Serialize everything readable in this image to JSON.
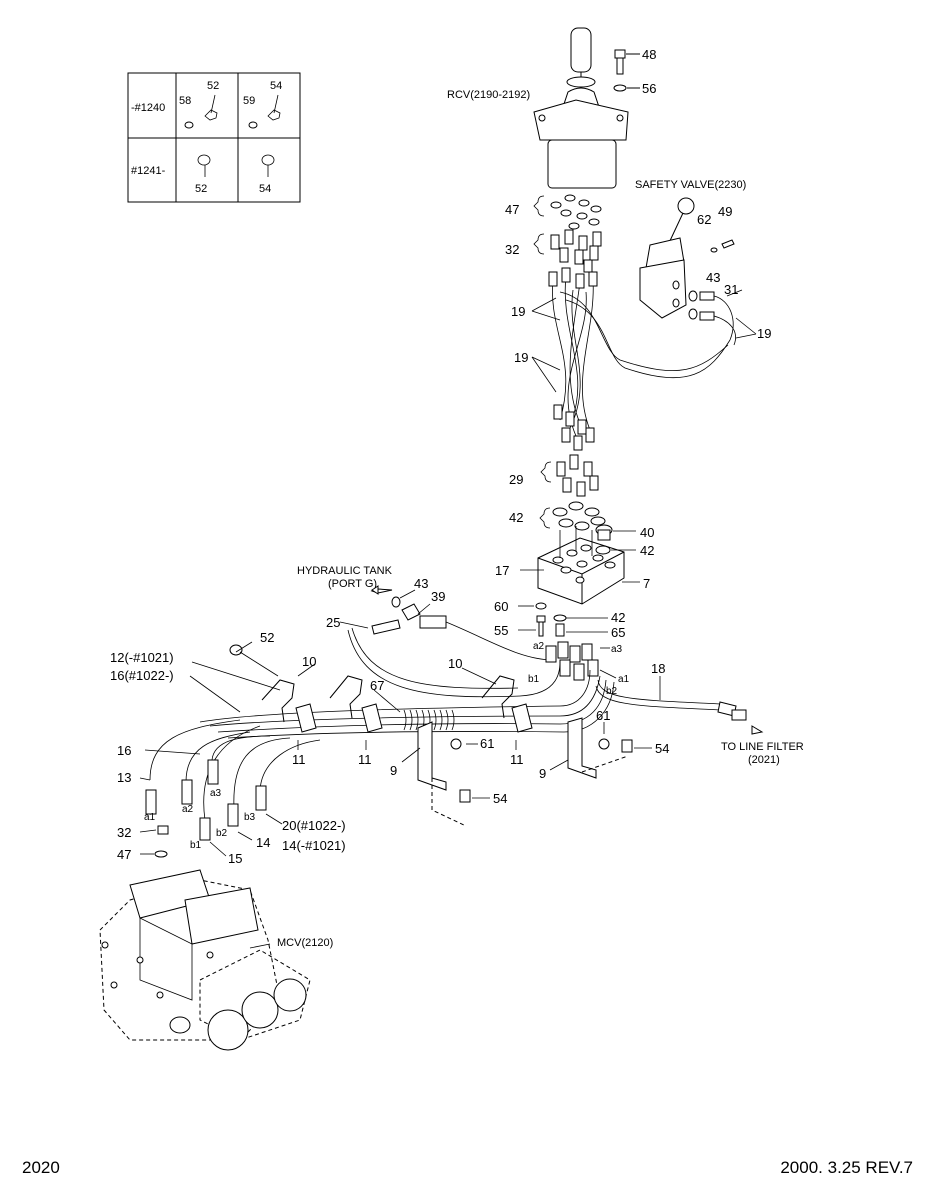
{
  "footer": {
    "page_number": "2020",
    "date_rev": "2000. 3.25  REV.7"
  },
  "inset_table": {
    "rows": [
      "-#1240",
      "#1241-"
    ],
    "cells": [
      "58",
      "52",
      "59",
      "54",
      "52",
      "54"
    ]
  },
  "captions": {
    "rcv": "RCV(2190-2192)",
    "safety_valve": "SAFETY VALVE(2230)",
    "hydraulic_tank_1": "HYDRAULIC TANK",
    "hydraulic_tank_2": "(PORT G)",
    "line_filter_1": "TO LINE FILTER",
    "line_filter_2": "(2021)",
    "mcv": "MCV(2120)"
  },
  "callouts": {
    "c48": "48",
    "c56": "56",
    "c47a": "47",
    "c32a": "32",
    "c62": "62",
    "c49": "49",
    "c43a": "43",
    "c31": "31",
    "c19a": "19",
    "c19b": "19",
    "c19c": "19",
    "c29": "29",
    "c42a": "42",
    "c40": "40",
    "c42b": "42",
    "c17": "17",
    "c7": "7",
    "c43b": "43",
    "c39": "39",
    "c25": "25",
    "c60": "60",
    "c42c": "42",
    "c55": "55",
    "c65": "65",
    "c52": "52",
    "c10a": "10",
    "c10b": "10",
    "c18": "18",
    "c12": "12(-#1021)",
    "c16a": "16(#1022-)",
    "c67": "67",
    "c16b": "16",
    "c11a": "11",
    "c11b": "11",
    "c11c": "11",
    "c61a": "61",
    "c61b": "61",
    "c54a": "54",
    "c9a": "9",
    "c9b": "9",
    "c13": "13",
    "c54b": "54",
    "c20": "20(#1022-)",
    "c14a": "14(-#1021)",
    "c32b": "32",
    "c47b": "47",
    "c15": "15",
    "c14b": "14"
  },
  "port_labels": {
    "a2t": "a2",
    "a3t": "a3",
    "a1t": "a1",
    "b1t": "b1",
    "b2t": "b2",
    "a1b": "a1",
    "a2b": "a2",
    "a3b": "a3",
    "b1b": "b1",
    "b2b": "b2",
    "b3b": "b3"
  }
}
